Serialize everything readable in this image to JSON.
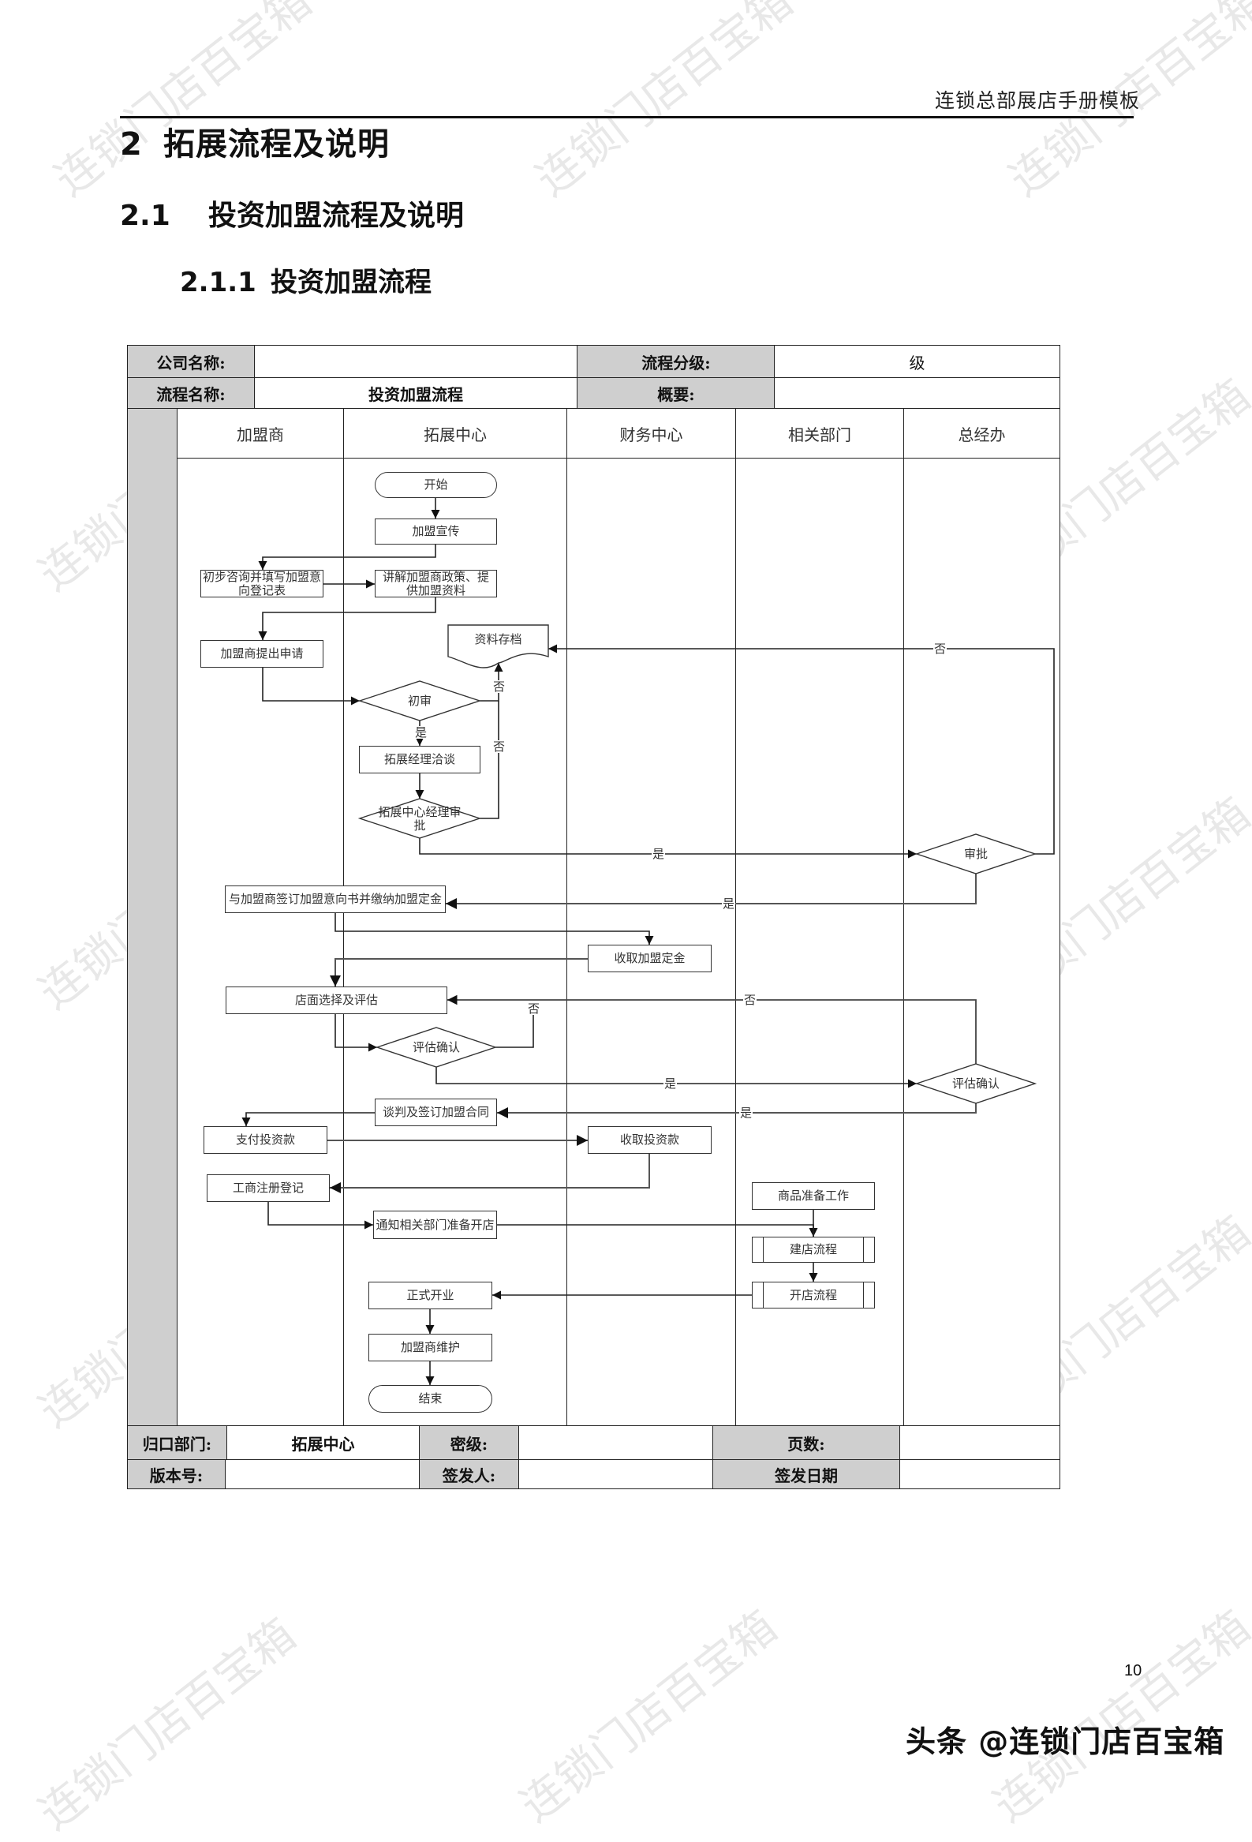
{
  "running_header": "连锁总部展店手册模板",
  "headings": {
    "h1": {
      "number": "2",
      "text": "拓展流程及说明"
    },
    "h2": {
      "number": "2.1",
      "text": "投资加盟流程及说明"
    },
    "h3": {
      "number": "2.1.1",
      "text": "投资加盟流程"
    }
  },
  "form_header": {
    "company_label": "公司名称:",
    "company_value": "",
    "grade_label": "流程分级:",
    "grade_value": "级",
    "process_name_label": "流程名称:",
    "process_name_value": "投资加盟流程",
    "summary_label": "概要:",
    "summary_value": ""
  },
  "lanes": [
    "加盟商",
    "拓展中心",
    "财务中心",
    "相关部门",
    "总经办"
  ],
  "nodes": {
    "start": "开始",
    "promotion": "加盟宣传",
    "consult": "初步咨询并填写加盟意向登记表",
    "explain": "讲解加盟商政策、提供加盟资料",
    "apply": "加盟商提出申请",
    "archive": "资料存档",
    "initial_review": "初审",
    "manager_talk": "拓展经理洽谈",
    "center_approval": "拓展中心经理审批",
    "gm_approval": "审批",
    "sign_intent": "与加盟商签订加盟意向书并缴纳加盟定金",
    "collect_deposit": "收取加盟定金",
    "site_selection": "店面选择及评估",
    "eval_confirm_expansion": "评估确认",
    "eval_confirm_gm": "评估确认",
    "sign_contract": "谈判及签订加盟合同",
    "pay_investment": "支付投资款",
    "collect_investment": "收取投资款",
    "business_registration": "工商注册登记",
    "notify_departments": "通知相关部门准备开店",
    "goods_prep": "商品准备工作",
    "build_store": "建店流程",
    "open_store_process": "开店流程",
    "grand_opening": "正式开业",
    "franchisee_maintenance": "加盟商维护",
    "end": "结束"
  },
  "edge_labels": {
    "yes": "是",
    "no": "否"
  },
  "form_footer": {
    "dept_label": "归口部门:",
    "dept_value": "拓展中心",
    "secrecy_label": "密级:",
    "secrecy_value": "",
    "pages_label": "页数:",
    "pages_value": "",
    "version_label": "版本号:",
    "version_value": "",
    "issuer_label": "签发人:",
    "issuer_value": "",
    "issue_date_label": "签发日期",
    "issue_date_value": ""
  },
  "page_number": "10",
  "source_credit": "头条 @连锁门店百宝箱",
  "watermark_text": "连锁门店百宝箱"
}
